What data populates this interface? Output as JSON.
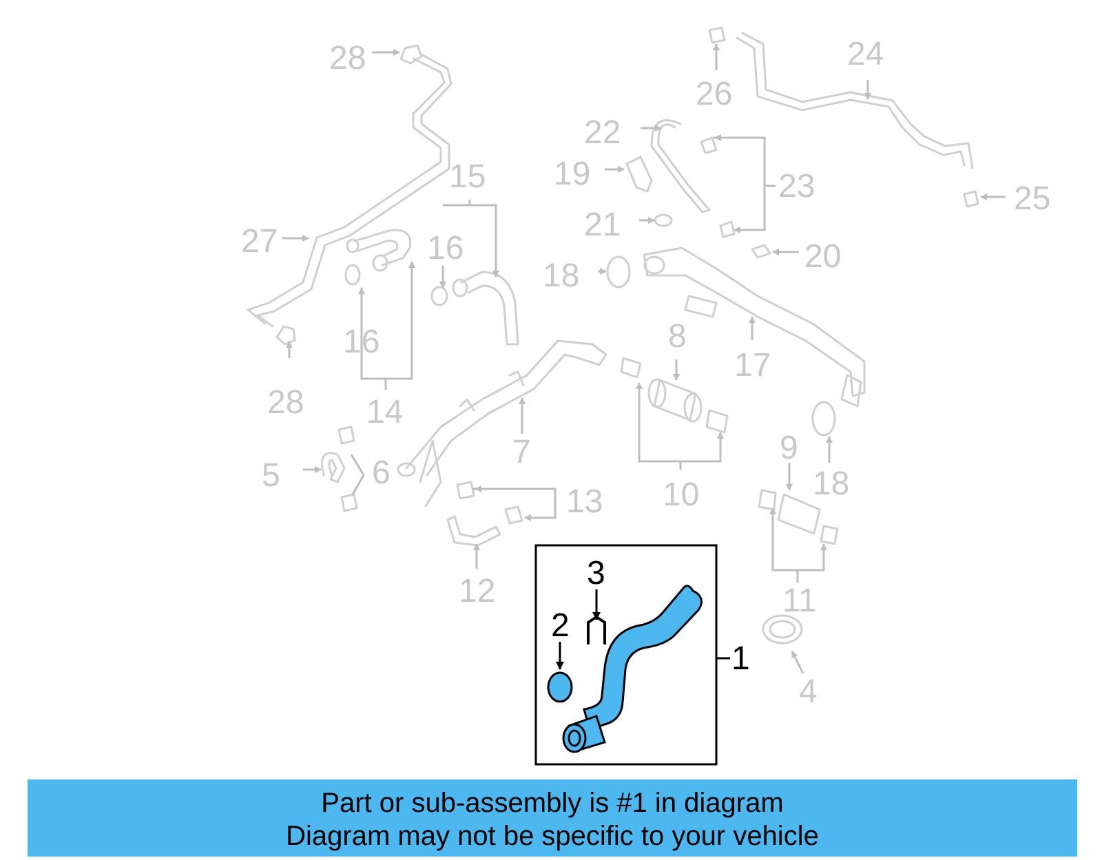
{
  "labels": {
    "l1": "1",
    "l2": "2",
    "l3": "3",
    "l4": "4",
    "l5": "5",
    "l6": "6",
    "l7": "7",
    "l8": "8",
    "l9": "9",
    "l10": "10",
    "l11": "11",
    "l12": "12",
    "l13": "13",
    "l14": "14",
    "l15": "15",
    "l16a": "16",
    "l16b": "16",
    "l17": "17",
    "l18a": "18",
    "l18b": "18",
    "l19": "19",
    "l20": "20",
    "l21": "21",
    "l22": "22",
    "l23": "23",
    "l24": "24",
    "l25": "25",
    "l26": "26",
    "l27": "27",
    "l28a": "28",
    "l28b": "28"
  },
  "banner": {
    "line1": "Part or sub-assembly is #1 in diagram",
    "line2": "Diagram may not be specific to your vehicle"
  },
  "colors": {
    "highlight": "#4db8f0",
    "ghost": "#c8c8c8",
    "outline": "#000000"
  }
}
